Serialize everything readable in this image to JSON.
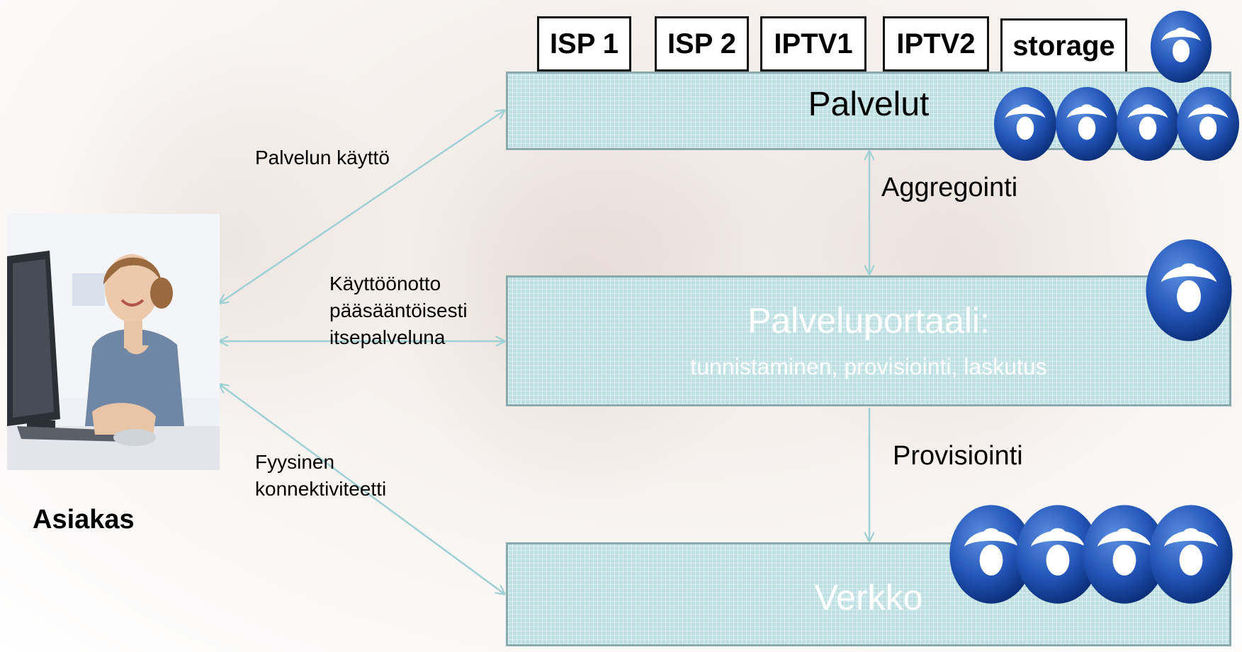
{
  "services": [
    "ISP 1",
    "ISP 2",
    "IPTV1",
    "IPTV2",
    "storage"
  ],
  "layers": {
    "palvelut": {
      "title": "Palvelut"
    },
    "portaali": {
      "title": "Palveluportaali:",
      "subtitle": "tunnistaminen, provisiointi, laskutus"
    },
    "verkko": {
      "title": "Verkko"
    }
  },
  "flows": {
    "aggregointi": "Aggregointi",
    "provisiointi": "Provisiointi"
  },
  "connections": {
    "service_use": "Palvelun käyttö",
    "activation_lines": [
      "Käyttöönotto",
      "pääsääntöisesti",
      "itsepalveluna"
    ],
    "physical_lines": [
      "Fyysinen",
      "konnektiviteetti"
    ]
  },
  "customer": {
    "label": "Asiakas"
  },
  "colors": {
    "layer_fill": "#bfe0e2",
    "layer_border": "#8aa9ac",
    "arrow": "#9fd0d4",
    "operator_ball": "#2255b8"
  },
  "icons": [
    "operator-logo-icon",
    "customer-photo"
  ]
}
